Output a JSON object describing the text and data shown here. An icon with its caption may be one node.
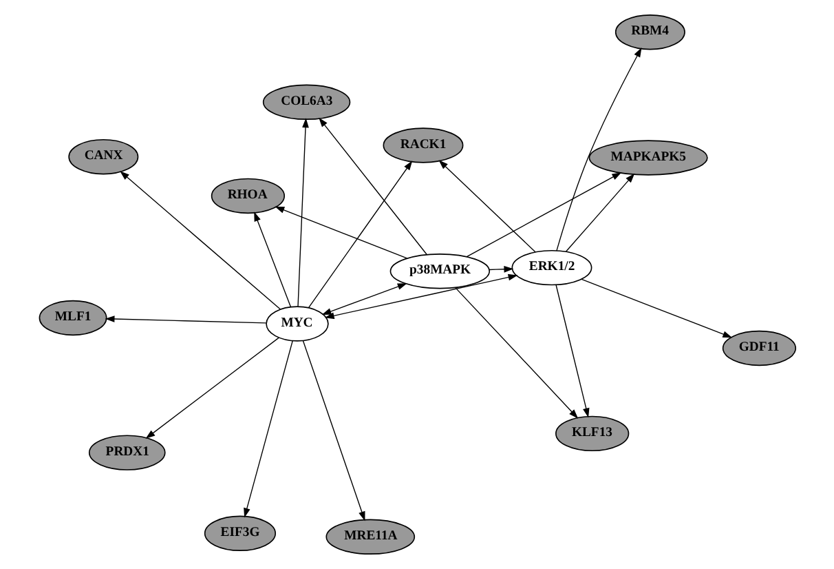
{
  "diagram": {
    "nodes": [
      {
        "text": [
          "RHOA"
        ]
      },
      {
        "text": [
          "MAPKAPK5"
        ]
      },
      {
        "text": [
          "PRDX1"
        ]
      },
      {
        "text": [
          "p38MAPK"
        ]
      },
      {
        "text": [
          "COL6A3"
        ]
      },
      {
        "text": [
          "CANX"
        ]
      },
      {
        "text": [
          "KLF13"
        ]
      },
      {
        "text": [
          "EIF3G"
        ]
      },
      {
        "text": [
          "MYC"
        ]
      },
      {
        "text": [
          "ERK1/2"
        ]
      },
      {
        "text": [
          "GDF11"
        ]
      },
      {
        "text": [
          "MLF1"
        ]
      },
      {
        "text": [
          "MRE11A"
        ]
      },
      {
        "text": [
          "RACK1"
        ]
      },
      {
        "text": [
          "RBM4"
        ]
      }
    ],
    "edges": [
      {
        "from": 3,
        "to": 0,
        "arrow": "to"
      },
      {
        "from": 3,
        "to": 1,
        "arrow": "to"
      },
      {
        "from": 3,
        "to": 4,
        "arrow": "to"
      },
      {
        "from": 3,
        "to": 6,
        "arrow": "to"
      },
      {
        "from": 3,
        "to": 9,
        "arrow": "to"
      },
      {
        "from": 3,
        "to": 8,
        "arrow": "both"
      },
      {
        "from": 8,
        "to": 2,
        "arrow": "to"
      },
      {
        "from": 8,
        "to": 0,
        "arrow": "to"
      },
      {
        "from": 8,
        "to": 5,
        "arrow": "to"
      },
      {
        "from": 8,
        "to": 7,
        "arrow": "to"
      },
      {
        "from": 8,
        "to": 11,
        "arrow": "to"
      },
      {
        "from": 8,
        "to": 12,
        "arrow": "to"
      },
      {
        "from": 8,
        "to": 13,
        "arrow": "to"
      },
      {
        "from": 8,
        "to": 4,
        "arrow": "to"
      },
      {
        "from": 8,
        "to": 9,
        "arrow": "both"
      },
      {
        "from": 9,
        "to": 1,
        "arrow": "to"
      },
      {
        "from": 9,
        "to": 6,
        "arrow": "to"
      },
      {
        "from": 9,
        "to": 10,
        "arrow": "to"
      },
      {
        "from": 9,
        "to": 14,
        "arrow": "to"
      },
      {
        "from": 9,
        "to": 13,
        "arrow": "to"
      }
    ]
  }
}
